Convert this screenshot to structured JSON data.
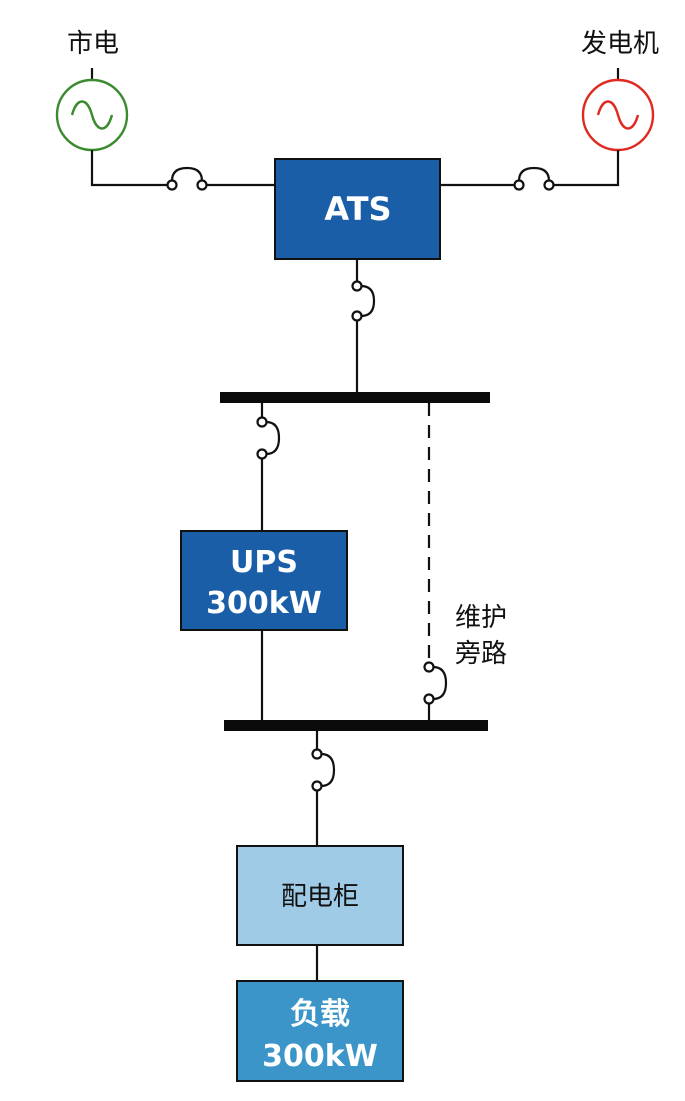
{
  "sources": {
    "utility": {
      "label": "市电",
      "color": "#3a8a2e"
    },
    "generator": {
      "label": "发电机",
      "color": "#e02a20"
    }
  },
  "ats": {
    "label": "ATS",
    "fill": "#1b5ea8"
  },
  "ups": {
    "line1": "UPS",
    "line2": "300kW",
    "fill": "#1b5ea8"
  },
  "bypass": {
    "line1": "维护",
    "line2": "旁路"
  },
  "panel": {
    "label": "配电柜",
    "fill": "#9fcbe6"
  },
  "load": {
    "line1": "负载",
    "line2": "300kW",
    "fill": "#3b95c9"
  }
}
